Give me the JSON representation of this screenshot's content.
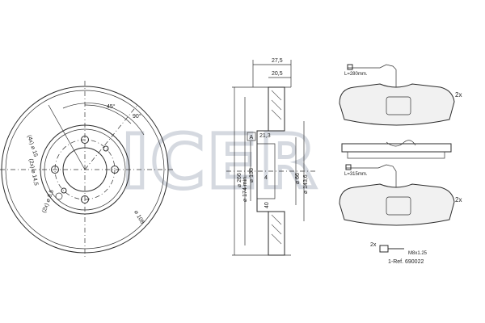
{
  "watermark": "ICER",
  "disc_front": {
    "angle_1": "45°",
    "angle_2": "90°",
    "hole_spec_1": "(4x) ⌀ 15",
    "hole_spec_2": "(2x) ⌀ 14,5",
    "hole_spec_3": "(2x) ⌀ 8,5",
    "pcd": "⌀ 108"
  },
  "disc_section": {
    "thickness_total": "27,5",
    "thickness_2": "20,5",
    "dim_21_3": "21,3",
    "dim_4": "4",
    "dim_40": "40",
    "dia_outer": "⌀ 266",
    "dia_174": "⌀ 174 min.",
    "dia_133": "⌀ 133",
    "dia_66": "⌀ 66",
    "dia_143_6": "⌀ 143,6",
    "label_a": "A"
  },
  "pads": {
    "sensor_1_length": "L=280mm.",
    "sensor_2_length": "L=315mm.",
    "qty_top": "2x",
    "qty_bottom": "2x",
    "bolt_qty": "2x",
    "bolt_spec": "M8x1.25",
    "ref": "1-Ref. 690022"
  }
}
